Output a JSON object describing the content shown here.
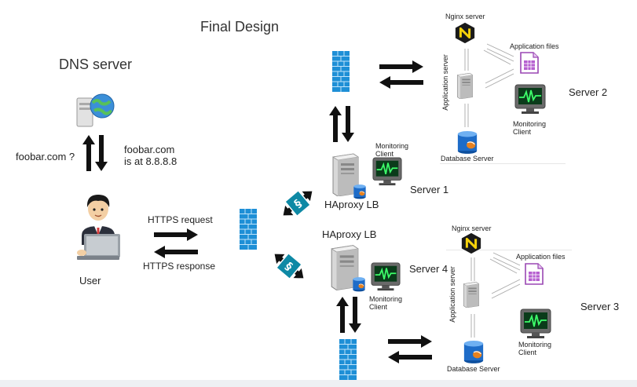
{
  "title": "Final Design",
  "dns": {
    "heading": "DNS server",
    "query": "foobar.com ?",
    "answer_line1": "foobar.com",
    "answer_line2": "is at 8.8.8.8"
  },
  "user": {
    "label": "User",
    "request": "HTTPS request",
    "response": "HTTPS response"
  },
  "lb1": {
    "name": "HAproxy LB",
    "server": "Server 1",
    "monitor": "Monitoring Client"
  },
  "lb2": {
    "name": "HAproxy LB",
    "server": "Server 4",
    "monitor": "Monitoring Client"
  },
  "server2": {
    "name": "Server 2",
    "nginx": "Nginx server",
    "app_files": "Application files",
    "app_server": "Application server",
    "monitor": "Monitoring Client",
    "database": "Database Server"
  },
  "server3": {
    "name": "Server 3",
    "nginx": "Nginx server",
    "app_files": "Application files",
    "app_server": "Application server",
    "monitor": "Monitoring Client",
    "database": "Database Server"
  }
}
